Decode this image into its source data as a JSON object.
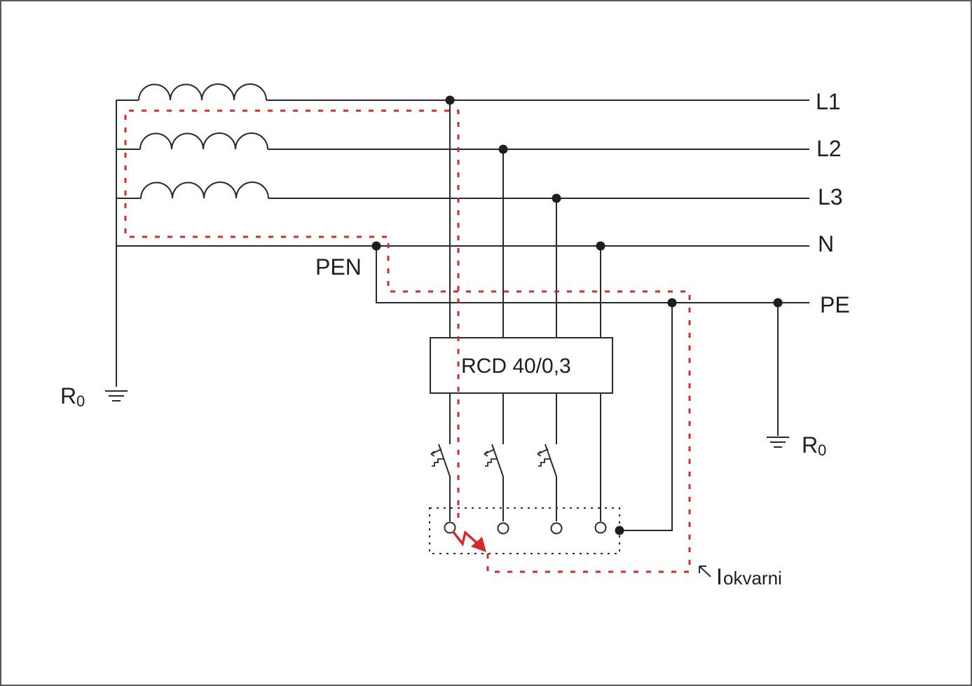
{
  "diagram": {
    "title": "TN-C-S system with RCD - fault current path",
    "conductors": [
      {
        "id": "L1",
        "label": "L1"
      },
      {
        "id": "L2",
        "label": "L2"
      },
      {
        "id": "L3",
        "label": "L3"
      },
      {
        "id": "N",
        "label": "N"
      },
      {
        "id": "PE",
        "label": "PE"
      }
    ],
    "pen_label": "PEN",
    "rcd_label": "RCD 40/0,3",
    "earth_left": {
      "main": "R",
      "sub": "0"
    },
    "earth_right": {
      "main": "R",
      "sub": "0"
    },
    "fault_current": {
      "main": "I",
      "sub": "okvarni"
    },
    "colors": {
      "wire": "#2a2a2a",
      "fault_path": "#d42a2a",
      "frame": "#5a5a5a"
    }
  }
}
